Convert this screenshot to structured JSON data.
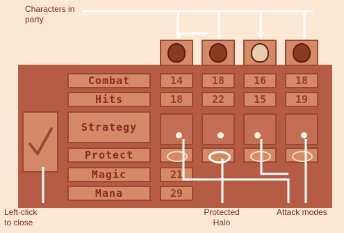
{
  "callouts": {
    "characters_line1": "Characters in",
    "characters_line2": "party",
    "left_click_line1": "Left-click",
    "left_click_line2": "to close",
    "protected_line1": "Protected",
    "protected_line2": "Halo",
    "attack_modes": "Attack modes"
  },
  "rows": {
    "combat": "Combat",
    "hits": "Hits",
    "strategy": "Strategy",
    "protect": "Protect",
    "magic": "Magic",
    "mana": "Mana"
  },
  "party": [
    {
      "combat": "14",
      "hits": "18",
      "magic": "21",
      "mana": "29"
    },
    {
      "combat": "18",
      "hits": "22"
    },
    {
      "combat": "16",
      "hits": "15"
    },
    {
      "combat": "18",
      "hits": "19"
    }
  ],
  "icons": {
    "close": "checkmark-icon",
    "portrait": "character-portrait-icon",
    "halo": "halo-icon"
  },
  "colors": {
    "background": "#fbe9d6",
    "panel": "#b65c45",
    "cell": "#d58a67",
    "text": "#8a2b1d"
  }
}
